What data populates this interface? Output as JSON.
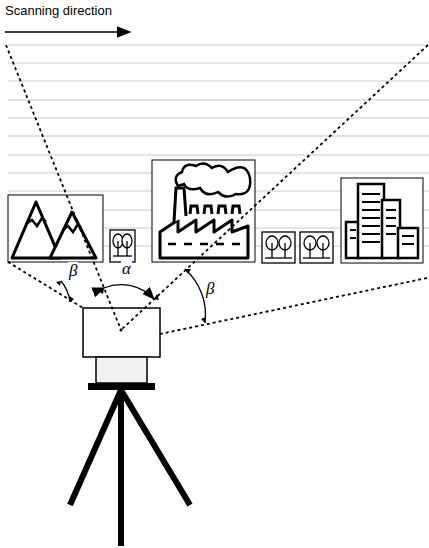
{
  "diagram": {
    "labels": [
      "Scanning direction",
      "β",
      "α",
      "β"
    ]
  }
}
